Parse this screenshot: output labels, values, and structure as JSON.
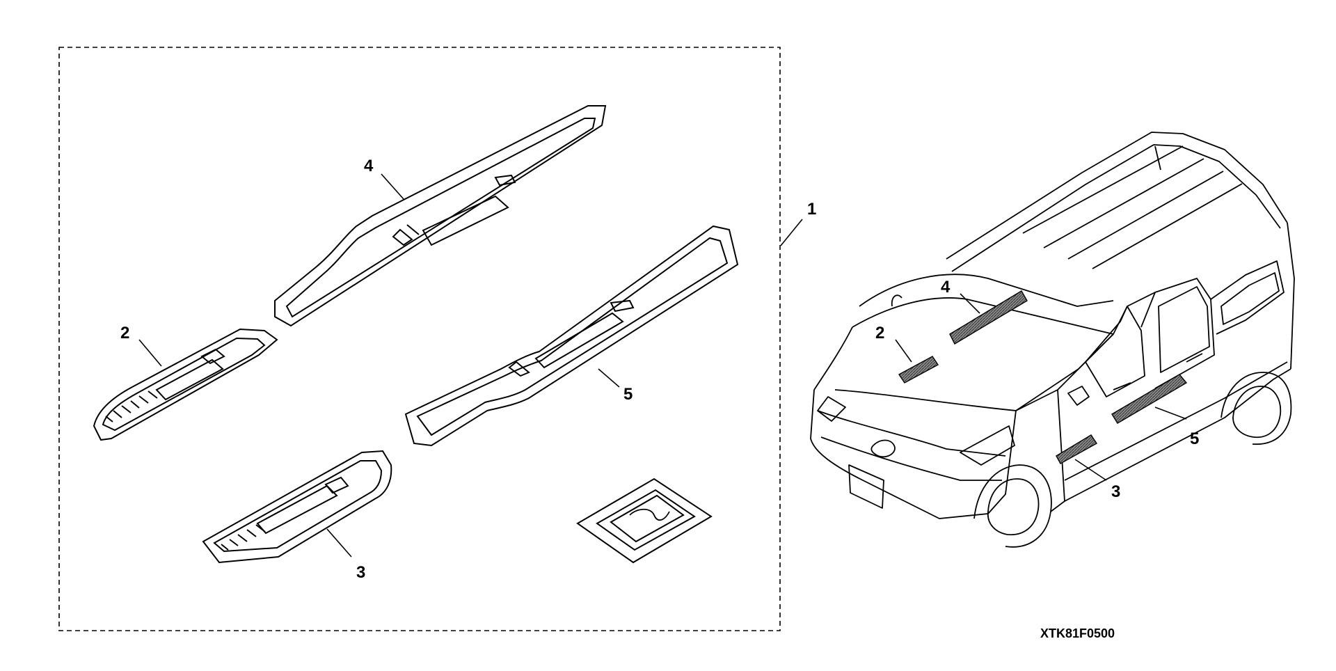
{
  "diagram": {
    "callouts": {
      "kit": "1",
      "front_left": "2",
      "front_right": "3",
      "rear_left": "4",
      "rear_right": "5"
    },
    "vehicle_callouts": {
      "front_left": "2",
      "front_right": "3",
      "rear_left": "4",
      "rear_right": "5"
    },
    "reference_code": "XTK81F0500",
    "colors": {
      "line": "#000000",
      "hatch": "#6a6a6a",
      "background": "#ffffff"
    }
  }
}
